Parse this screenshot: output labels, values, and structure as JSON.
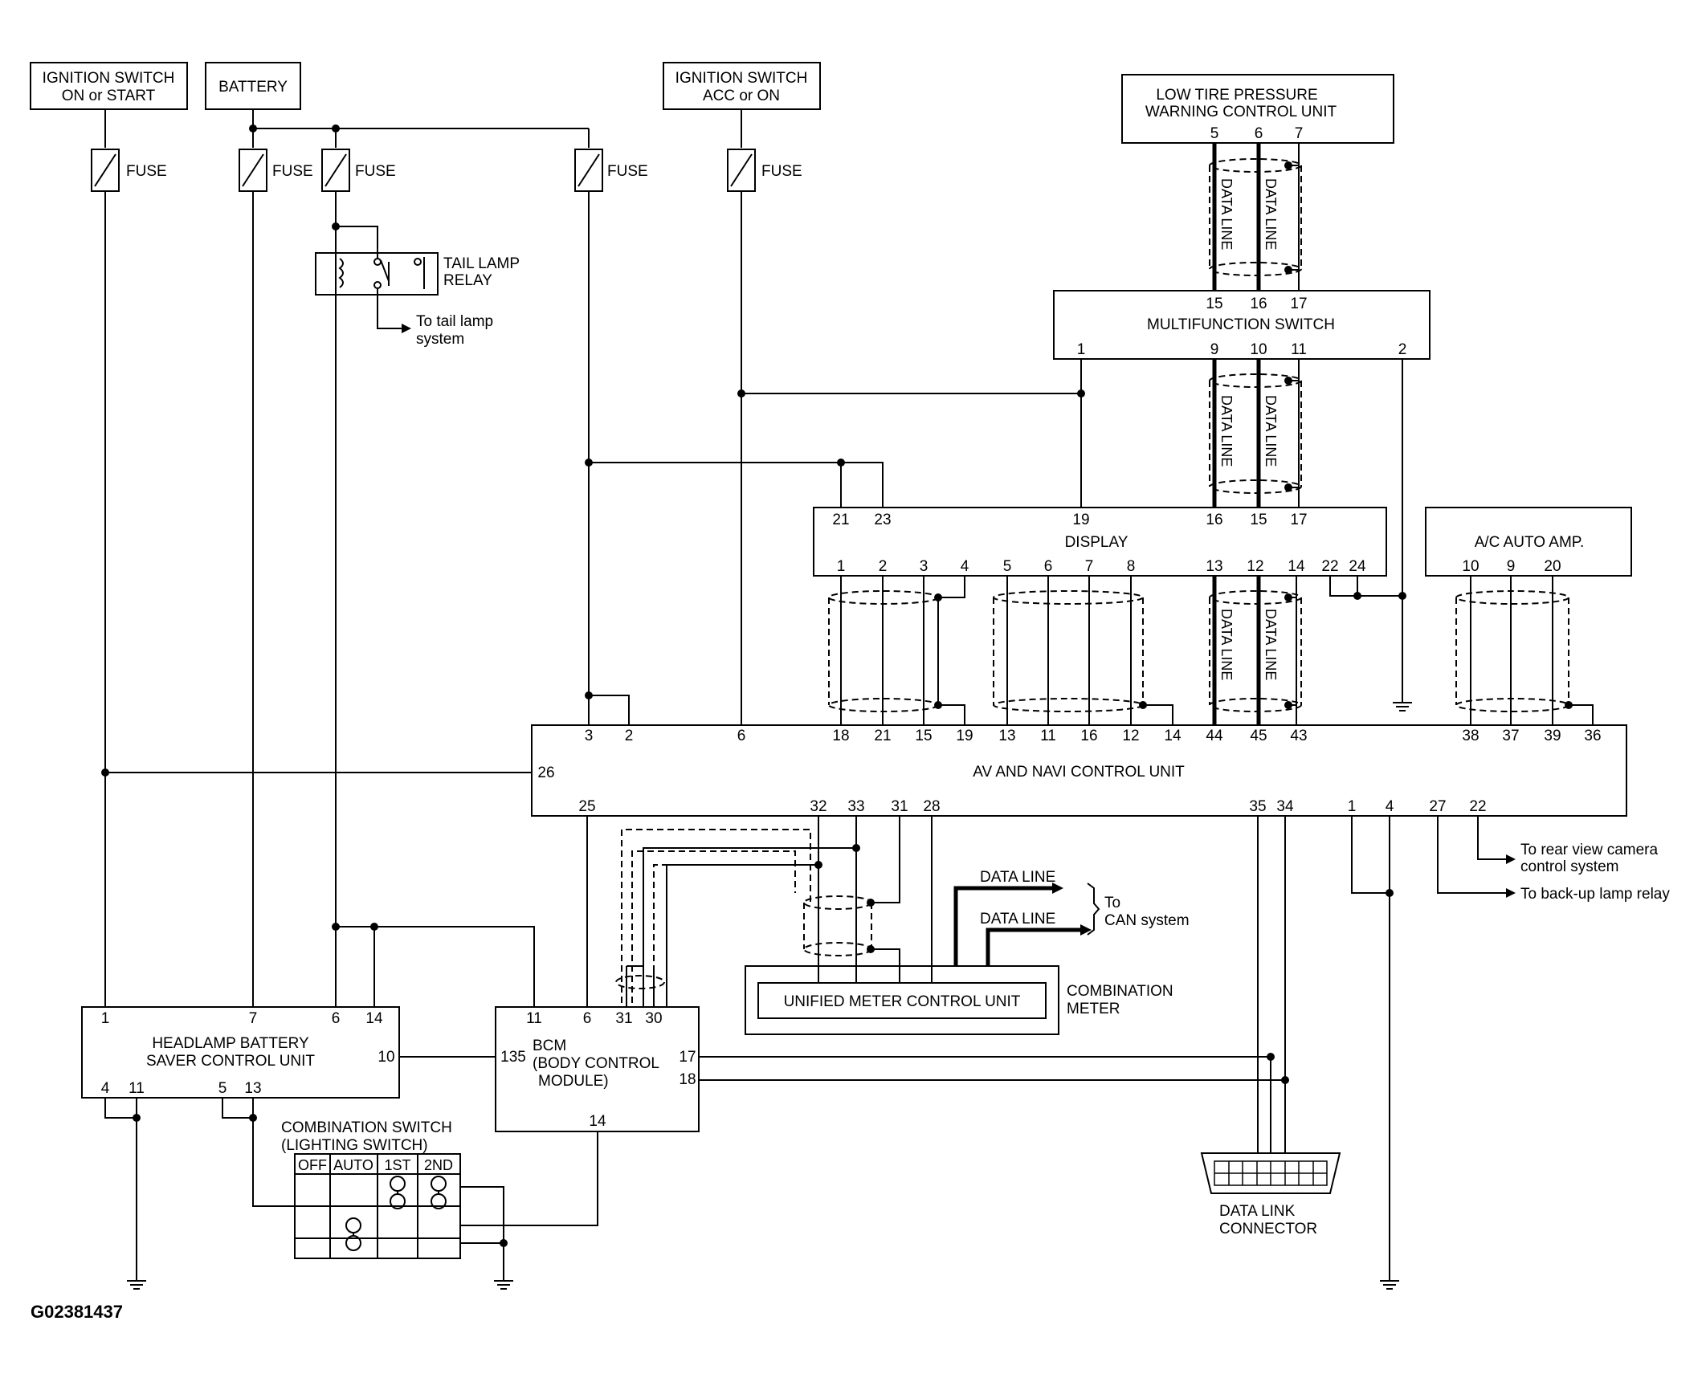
{
  "power": {
    "ign_on_start": [
      "IGNITION SWITCH",
      "ON or START"
    ],
    "battery": "BATTERY",
    "ign_acc_on": [
      "IGNITION SWITCH",
      "ACC or ON"
    ]
  },
  "fuse_label": "FUSE",
  "tail_lamp_relay": [
    "TAIL LAMP",
    "RELAY"
  ],
  "to_tail_lamp": [
    "To tail lamp",
    "system"
  ],
  "tpms": {
    "title": [
      "LOW TIRE PRESSURE",
      "WARNING CONTROL UNIT"
    ],
    "pins": [
      "5",
      "6",
      "7"
    ]
  },
  "multifunction": {
    "title": "MULTIFUNCTION SWITCH",
    "top_pins": [
      "15",
      "16",
      "17"
    ],
    "bottom_pins": [
      "1",
      "9",
      "10",
      "11",
      "2"
    ]
  },
  "display": {
    "title": "DISPLAY",
    "top_pins": [
      "21",
      "23",
      "19",
      "16",
      "15",
      "17"
    ],
    "bottom_pins": [
      "1",
      "2",
      "3",
      "4",
      "5",
      "6",
      "7",
      "8",
      "13",
      "12",
      "14",
      "22",
      "24"
    ]
  },
  "ac_amp": {
    "title": "A/C AUTO AMP.",
    "pins": [
      "10",
      "9",
      "20"
    ]
  },
  "data_line": "DATA LINE",
  "av_navi": {
    "title": "AV AND NAVI CONTROL UNIT",
    "top_pins": [
      "3",
      "2",
      "6",
      "18",
      "21",
      "15",
      "19",
      "13",
      "11",
      "16",
      "12",
      "14",
      "44",
      "45",
      "43",
      "38",
      "37",
      "39",
      "36"
    ],
    "left_pin": "26",
    "bottom_pins": [
      "25",
      "32",
      "33",
      "31",
      "28",
      "35",
      "34",
      "1",
      "4",
      "27",
      "22"
    ]
  },
  "to_rear_camera": [
    "To rear view camera",
    "control system"
  ],
  "to_backup_relay": "To back-up lamp relay",
  "to_can": [
    "To",
    "CAN system"
  ],
  "combination_meter": {
    "inner": "UNIFIED METER CONTROL UNIT",
    "label": [
      "COMBINATION",
      "METER"
    ]
  },
  "headlamp": {
    "title": [
      "HEADLAMP BATTERY",
      "SAVER CONTROL UNIT"
    ],
    "top_pins": [
      "1",
      "7",
      "6",
      "14"
    ],
    "right_pin": "10",
    "bottom_pins": [
      "4",
      "11",
      "5",
      "13"
    ]
  },
  "bcm": {
    "title": [
      "BCM",
      "(BODY CONTROL",
      "MODULE)"
    ],
    "top_pins": [
      "11",
      "6",
      "31",
      "30"
    ],
    "left_pin": "135",
    "right_pins": [
      "17",
      "18"
    ],
    "bottom_pin": "14"
  },
  "combination_switch": {
    "title": [
      "COMBINATION SWITCH",
      "(LIGHTING SWITCH)"
    ],
    "columns": [
      "OFF",
      "AUTO",
      "1ST",
      "2ND"
    ]
  },
  "dlc": [
    "DATA LINK",
    "CONNECTOR"
  ],
  "figure_id": "G02381437"
}
